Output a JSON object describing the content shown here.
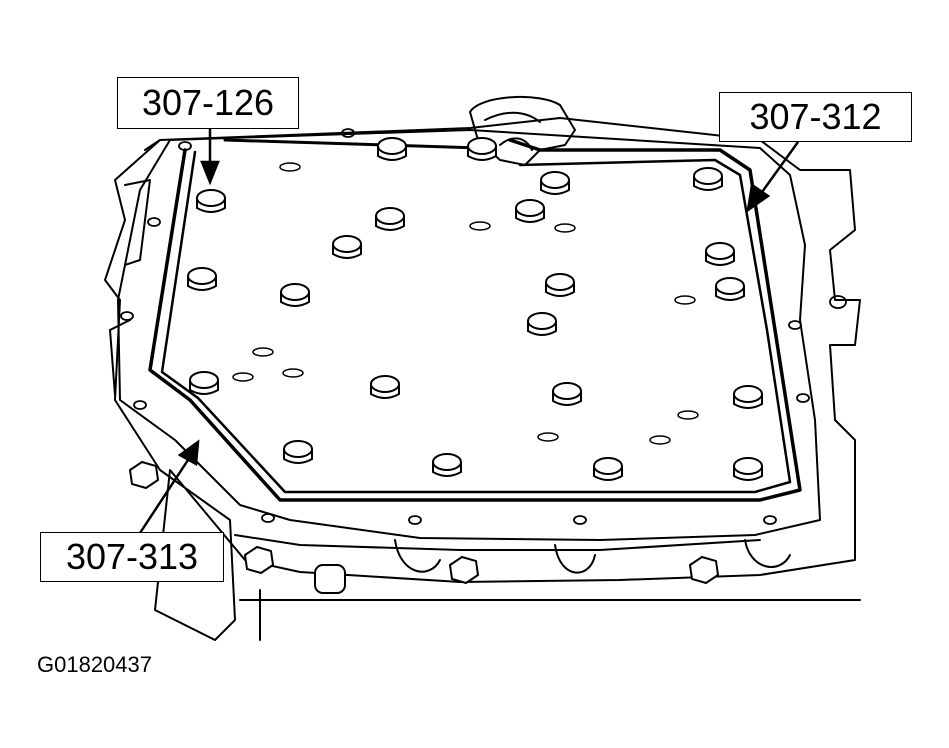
{
  "callouts": {
    "tool_307_126": "307-126",
    "tool_307_312": "307-312",
    "tool_307_313": "307-313"
  },
  "figure_id": "G01820437",
  "colors": {
    "ink": "#000000",
    "paper": "#ffffff"
  },
  "bolt_count": 22
}
